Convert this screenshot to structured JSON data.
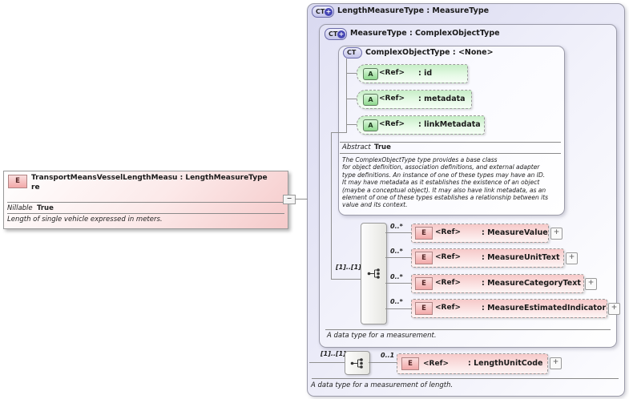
{
  "icons": {
    "expand": "+",
    "collapse": "−",
    "ct_plus": "+"
  },
  "colors": {
    "lavender_fill": "#d9d9f0",
    "pink_fill": "#f5caca",
    "green_fill": "#c7eec7",
    "badge_plus_blue": "#4646b4"
  },
  "left_element": {
    "badge": "E",
    "title_line1": "TransportMeansVesselLengthMeasu : LengthMeasureType",
    "title_line2": "re",
    "property_label": "Nillable",
    "property_value": "True",
    "annotation": "Length of single vehicle expressed in meters."
  },
  "length_measure_type": {
    "badge": "CT",
    "title": "LengthMeasureType : MeasureType",
    "compositor_cardinality": "[1]..[1]",
    "length_unit_code": {
      "badge": "E",
      "ref": "<Ref>",
      "name": ": LengthUnitCode",
      "occurs": "0..1"
    },
    "annotation": "A data type for a measurement of length."
  },
  "measure_type": {
    "badge": "CT",
    "title": "MeasureType : ComplexObjectType",
    "compositor_cardinality": "[1]..[1]",
    "elements": [
      {
        "badge": "E",
        "ref": "<Ref>",
        "name": ": MeasureValue",
        "occurs": "0..*"
      },
      {
        "badge": "E",
        "ref": "<Ref>",
        "name": ": MeasureUnitText",
        "occurs": "0..*"
      },
      {
        "badge": "E",
        "ref": "<Ref>",
        "name": ": MeasureCategoryText",
        "occurs": "0..*"
      },
      {
        "badge": "E",
        "ref": "<Ref>",
        "name": ": MeasureEstimatedIndicator",
        "occurs": "0..*"
      }
    ],
    "annotation": "A data type for a measurement."
  },
  "complex_object_type": {
    "badge": "CT",
    "title": "ComplexObjectType : <None>",
    "attributes": [
      {
        "badge": "A",
        "ref": "<Ref>",
        "name": ": id"
      },
      {
        "badge": "A",
        "ref": "<Ref>",
        "name": ": metadata"
      },
      {
        "badge": "A",
        "ref": "<Ref>",
        "name": ": linkMetadata"
      }
    ],
    "property_label": "Abstract",
    "property_value": "True",
    "description_lines": [
      "The ComplexObjectType type provides a base class",
      "for object definition, association definitions, and external adapter",
      "type definitions. An instance of one of these types may have an ID.",
      "It may have metadata as it establishes the existence of an object",
      "(maybe a conceptual object). It may also have link metadata, as an",
      "element of one of these types establishes a relationship between its",
      "value and its context."
    ]
  }
}
